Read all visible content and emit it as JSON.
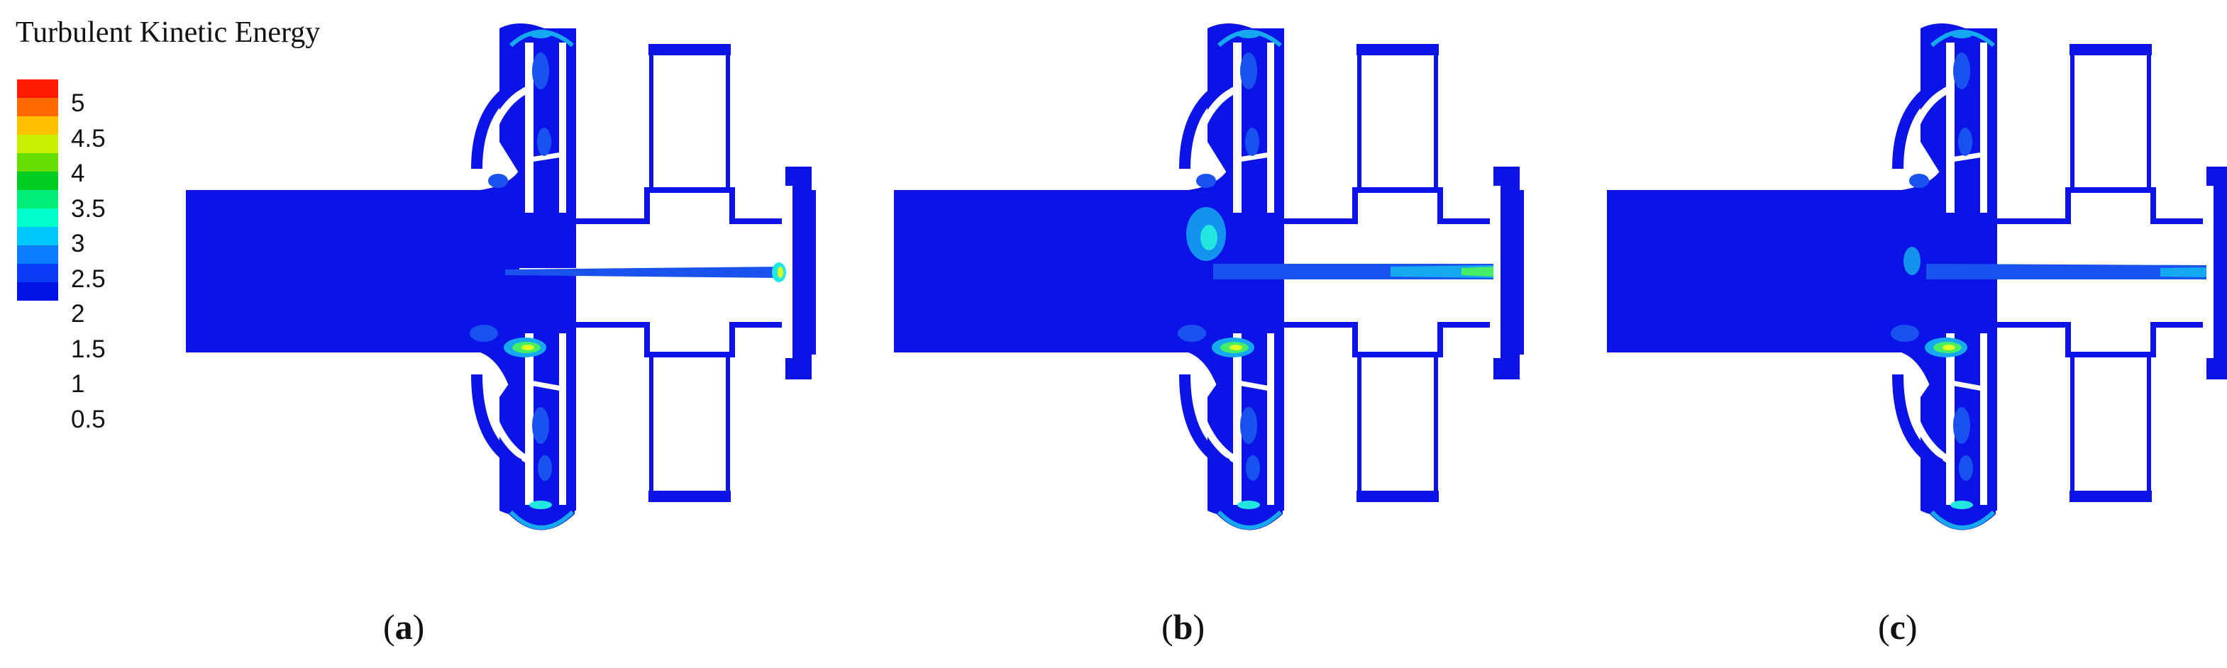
{
  "legend": {
    "title": "Turbulent Kinetic Energy",
    "ticks": [
      "5",
      "4.5",
      "4",
      "3.5",
      "3",
      "2.5",
      "2",
      "1.5",
      "1",
      "0.5"
    ],
    "colors": [
      "#ff1a00",
      "#ff6a00",
      "#ffc000",
      "#c8f000",
      "#66dd00",
      "#00cc22",
      "#00ee77",
      "#00ffcc",
      "#00c8ff",
      "#0a7cff",
      "#0a3cf8",
      "#0014e6"
    ]
  },
  "panels": [
    {
      "label": "a",
      "variant": "a"
    },
    {
      "label": "b",
      "variant": "b"
    },
    {
      "label": "c",
      "variant": "c"
    }
  ],
  "colors": {
    "field": "#0a14e6",
    "low": "#1a52f0",
    "mid": "#16a8f0",
    "cyan": "#22e6e0",
    "green": "#44ee66",
    "yellow": "#ddff22"
  }
}
